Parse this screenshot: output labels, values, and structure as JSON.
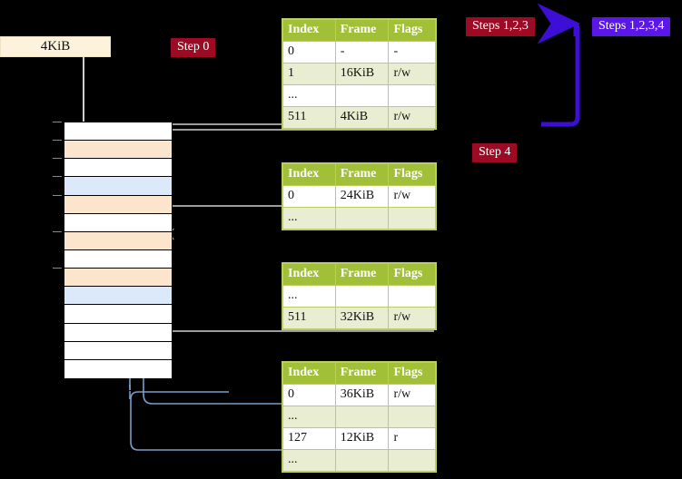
{
  "labels": {
    "step0": "Step 0",
    "step4": "Step 4",
    "steps123": "Steps 1,2,3",
    "steps1234": "Steps 1,2,3,4"
  },
  "memory_block": {
    "size_label": "4KiB"
  },
  "colors": {
    "badge_red": "#9c0b23",
    "badge_blue": "#5b16e8",
    "table_header": "#a2c037",
    "table_border": "#b9cf63",
    "table_alt_row": "#e9eed2",
    "highlight": "#fbf7a8",
    "mem_peach": "#fce5cd",
    "mem_blue": "#dce9fa",
    "kib_box": "#fdf3dd",
    "wire_gray": "#cfcfcf",
    "wire_blue": "#7b9ecb"
  },
  "columns": [
    "Index",
    "Frame",
    "Flags"
  ],
  "tables": [
    {
      "name": "level4-table",
      "rows": [
        {
          "index": "0",
          "frame": "-",
          "flags": "-",
          "alt": false,
          "highlight": false
        },
        {
          "index": "1",
          "frame": "16KiB",
          "flags": "r/w",
          "alt": true,
          "highlight": false
        },
        {
          "index": "...",
          "frame": "",
          "flags": "",
          "alt": false,
          "highlight": false
        },
        {
          "index": "511",
          "frame": "4KiB",
          "flags": "r/w",
          "alt": true,
          "highlight": true
        }
      ]
    },
    {
      "name": "level3-table",
      "rows": [
        {
          "index": "0",
          "frame": "24KiB",
          "flags": "r/w",
          "alt": false,
          "highlight": false
        },
        {
          "index": "...",
          "frame": "",
          "flags": "",
          "alt": true,
          "highlight": false
        }
      ]
    },
    {
      "name": "level2-table",
      "rows": [
        {
          "index": "...",
          "frame": "",
          "flags": "",
          "alt": false,
          "highlight": false
        },
        {
          "index": "511",
          "frame": "32KiB",
          "flags": "r/w",
          "alt": true,
          "highlight": false
        }
      ]
    },
    {
      "name": "level1-table",
      "rows": [
        {
          "index": "0",
          "frame": "36KiB",
          "flags": "r/w",
          "alt": false,
          "highlight": false
        },
        {
          "index": "...",
          "frame": "",
          "flags": "",
          "alt": true,
          "highlight": false
        },
        {
          "index": "127",
          "frame": "12KiB",
          "flags": "r",
          "alt": false,
          "highlight": false
        },
        {
          "index": "...",
          "frame": "",
          "flags": "",
          "alt": true,
          "highlight": false
        }
      ]
    }
  ],
  "memory_grid": {
    "rows": [
      {
        "fill": "white"
      },
      {
        "fill": "peach"
      },
      {
        "fill": "white"
      },
      {
        "fill": "blueish"
      },
      {
        "fill": "peach"
      },
      {
        "fill": "white"
      },
      {
        "fill": "peach"
      },
      {
        "fill": "white"
      },
      {
        "fill": "peach"
      },
      {
        "fill": "blueish"
      },
      {
        "fill": "white"
      },
      {
        "fill": "white"
      },
      {
        "fill": "white"
      },
      {
        "fill": "white"
      }
    ]
  }
}
